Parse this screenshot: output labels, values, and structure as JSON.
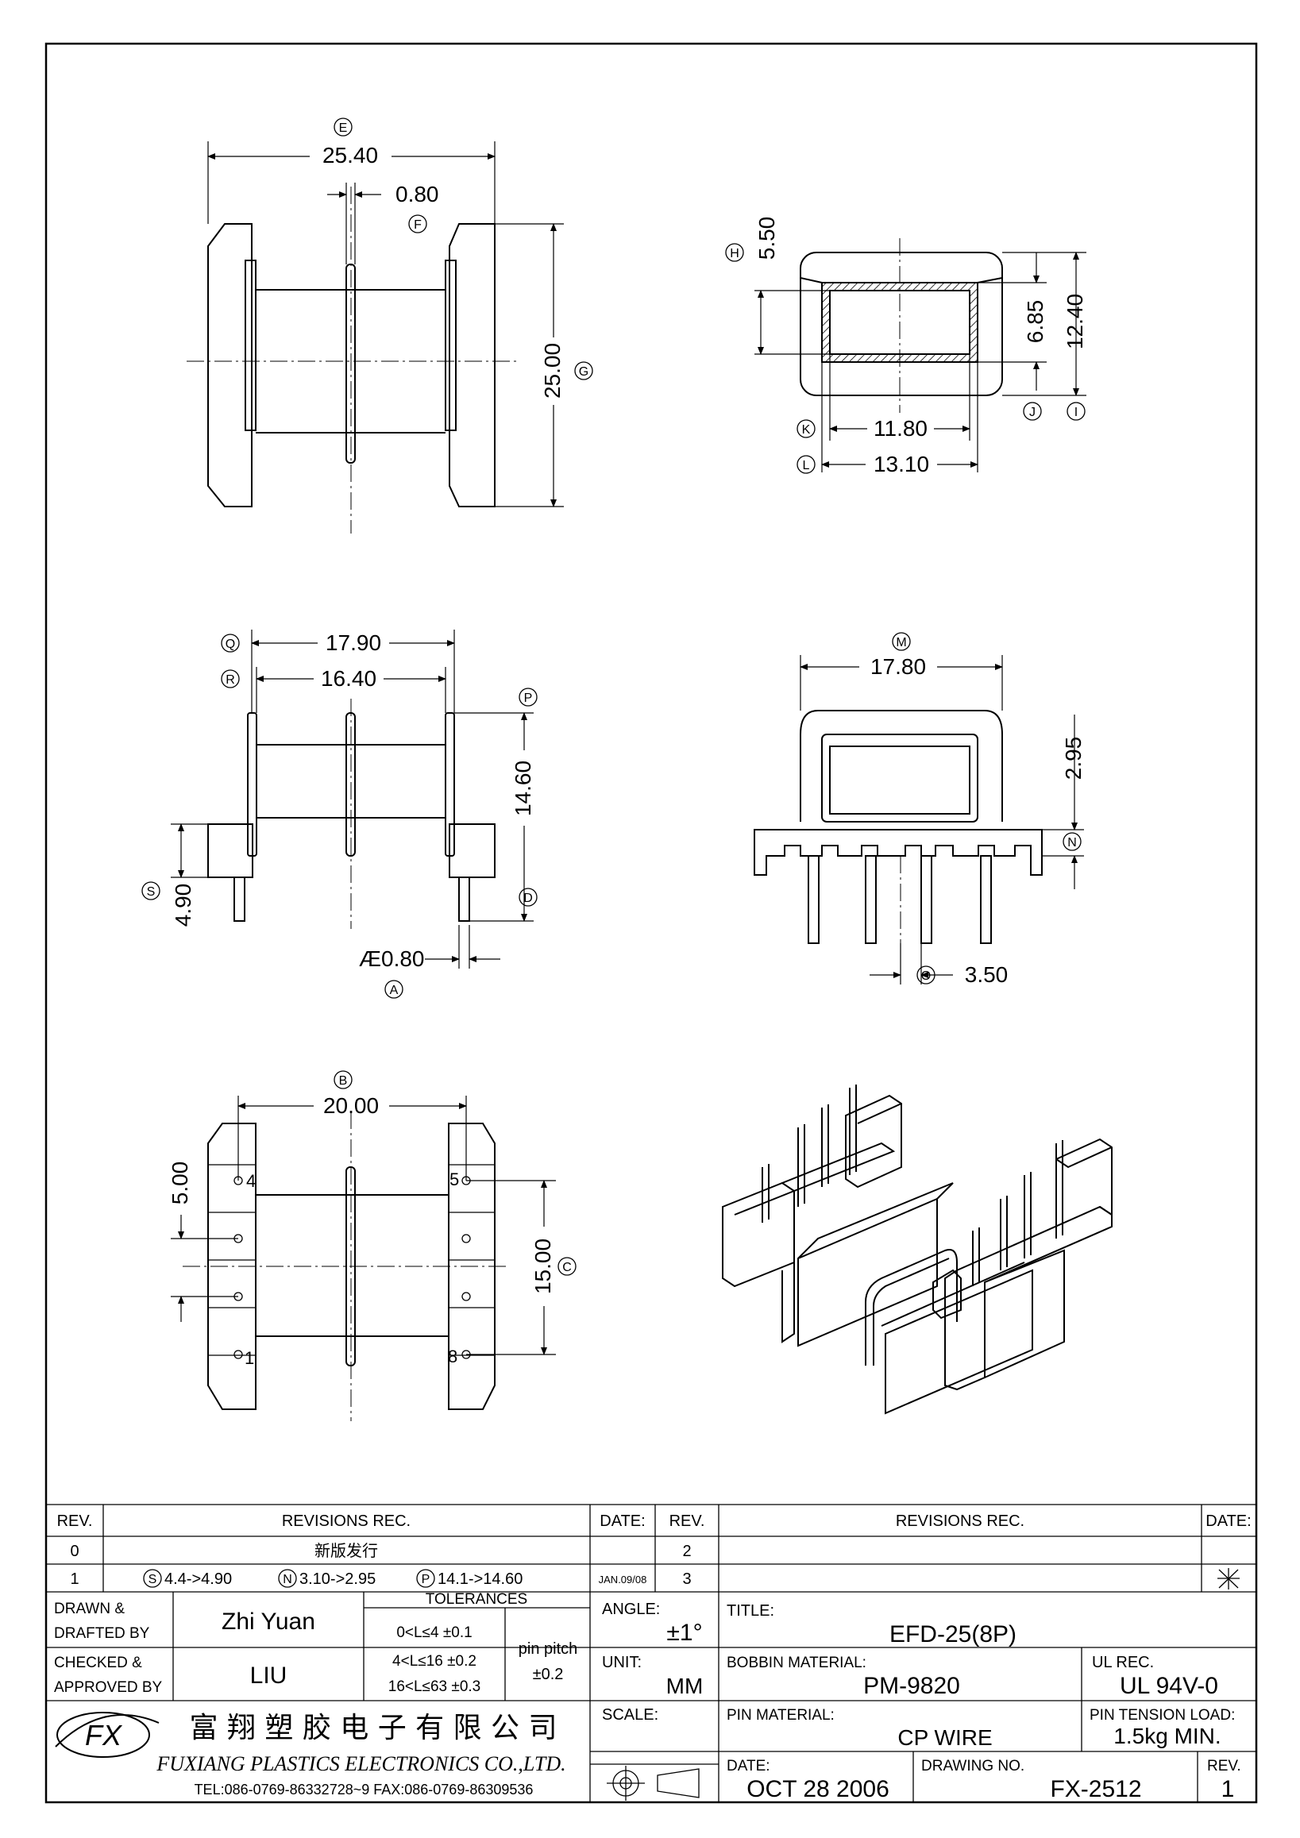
{
  "colors": {
    "ink": "#000000",
    "paper": "#ffffff"
  },
  "views": {
    "top": {
      "dims": {
        "E": "25.40",
        "F": "0.80",
        "G": "25.00"
      },
      "labels": {
        "E": "E",
        "F": "F",
        "G": "G"
      }
    },
    "core": {
      "dims": {
        "H": "5.50",
        "J": "6.85",
        "I": "12.40",
        "K": "11.80",
        "L": "13.10"
      },
      "labels": {
        "H": "H",
        "I": "I",
        "J": "J",
        "K": "K",
        "L": "L"
      }
    },
    "side": {
      "dims": {
        "Q": "17.90",
        "R": "16.40",
        "P": "14.60",
        "S": "4.90",
        "A": "Æ0.80"
      },
      "labels": {
        "Q": "Q",
        "R": "R",
        "P": "P",
        "S": "S",
        "A": "A",
        "D": "D"
      }
    },
    "front": {
      "dims": {
        "M": "17.80",
        "N": "2.95",
        "O": "3.50"
      },
      "labels": {
        "M": "M",
        "N": "N",
        "O": "O"
      }
    },
    "bottom": {
      "dims": {
        "B": "20.00",
        "C5": "5.00",
        "C": "15.00"
      },
      "labels": {
        "B": "B",
        "C": "C"
      },
      "pins": {
        "p4": "4",
        "p5": "5",
        "p1": "1",
        "p8": "8"
      }
    }
  },
  "title_block": {
    "headers": {
      "rev": "REV.",
      "revisions": "REVISIONS   REC.",
      "date": "DATE:",
      "rev2": "REV.",
      "revisions2": "REVISIONS   REC.",
      "date2": "DATE:"
    },
    "rows": [
      {
        "rev": "0",
        "desc": "新版发行",
        "date": "",
        "rev2": "2"
      },
      {
        "rev": "1",
        "desc_s": "S",
        "desc_s_txt": "4.4->4.90",
        "desc_n": "N",
        "desc_n_txt": "3.10->2.95",
        "desc_p": "P",
        "desc_p_txt": "14.1->14.60",
        "date": "JAN.09/08",
        "rev2": "3"
      }
    ],
    "drawn_label": "DRAWN  &",
    "drafted_label": "DRAFTED BY",
    "drawn_by": "Zhi Yuan",
    "checked_label": "CHECKED  &",
    "approved_label": "APPROVED  BY",
    "checked_by": "LIU",
    "tolerances_label": "TOLERANCES",
    "tol1": "0<L≤4    ±0.1",
    "tol2": "4<L≤16  ±0.2",
    "tol3": "16<L≤63  ±0.3",
    "pin_pitch_label": "pin pitch",
    "pin_pitch": "±0.2",
    "angle_label": "ANGLE:",
    "angle": "±1°",
    "unit_label": "UNIT:",
    "unit": "MM",
    "scale_label": "SCALE:",
    "title_label": "TITLE:",
    "title": "EFD-25(8P)",
    "bobbin_material_label": "BOBBIN  MATERIAL:",
    "bobbin_material": "PM-9820",
    "ul_rec_label": "UL  REC.",
    "ul_rec": "UL  94V-0",
    "pin_material_label": "PIN  MATERIAL:",
    "pin_material": "CP  WIRE",
    "pin_tension_label": "PIN  TENSION  LOAD:",
    "pin_tension": "1.5kg  MIN.",
    "date_label": "DATE:",
    "date": "OCT  28  2006",
    "drawing_no_label": "DRAWING  NO.",
    "drawing_no": "FX-2512",
    "rev_label": "REV.",
    "rev": "1",
    "company_cn": "富 翔 塑 胶 电 子 有 限 公 司",
    "company_en": "FUXIANG  PLASTICS  ELECTRONICS  CO.,LTD.",
    "company_contact": "TEL:086-0769-86332728~9   FAX:086-0769-86309536",
    "logo_text": "FX"
  }
}
